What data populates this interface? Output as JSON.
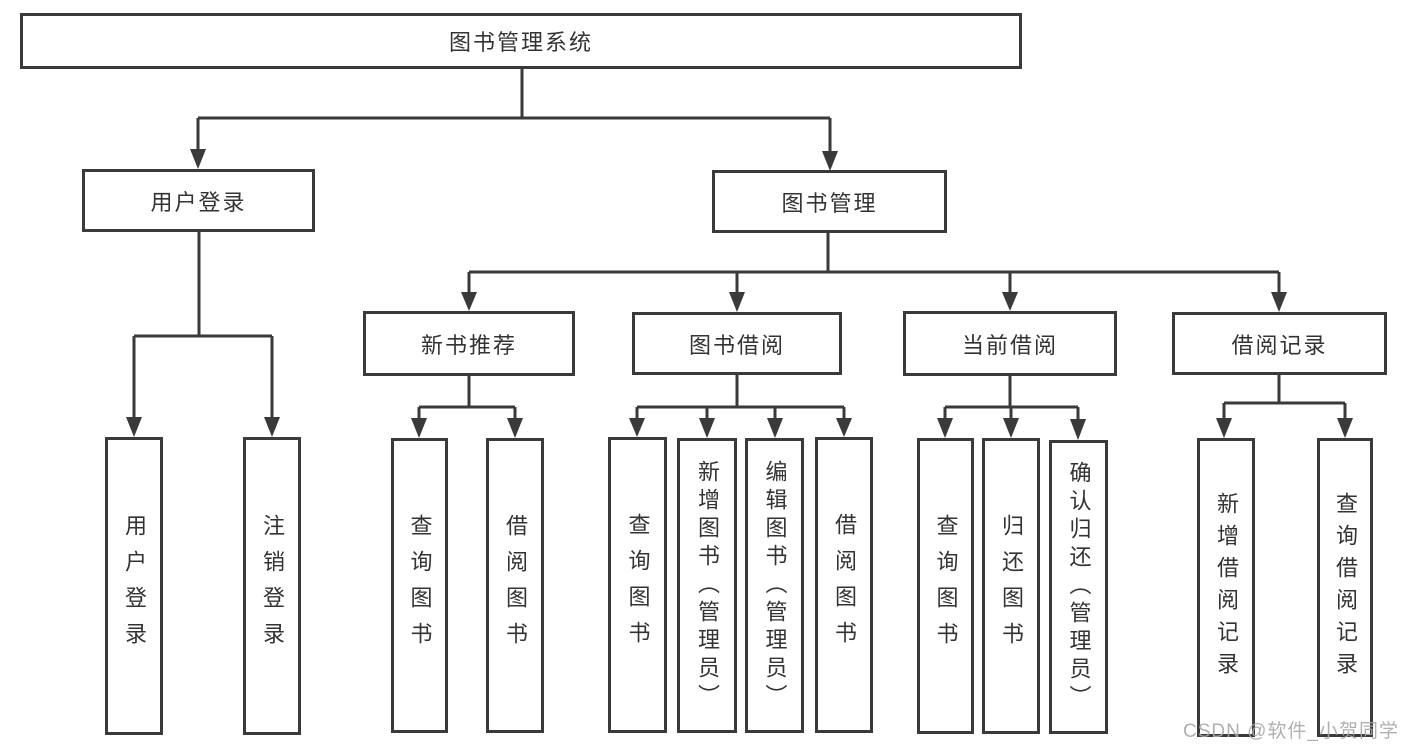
{
  "tree": {
    "root": {
      "label": "图书管理系统",
      "children": [
        {
          "label": "用户登录",
          "children": [
            {
              "label": "用户登录"
            },
            {
              "label": "注销登录"
            }
          ]
        },
        {
          "label": "图书管理",
          "children": [
            {
              "label": "新书推荐",
              "children": [
                {
                  "label": "查询图书"
                },
                {
                  "label": "借阅图书"
                }
              ]
            },
            {
              "label": "图书借阅",
              "children": [
                {
                  "label": "查询图书"
                },
                {
                  "label": "新增图书（管理员）"
                },
                {
                  "label": "编辑图书（管理员）"
                },
                {
                  "label": "借阅图书"
                }
              ]
            },
            {
              "label": "当前借阅",
              "children": [
                {
                  "label": "查询图书"
                },
                {
                  "label": "归还图书"
                },
                {
                  "label": "确认归还（管理员）"
                }
              ]
            },
            {
              "label": "借阅记录",
              "children": [
                {
                  "label": "新增借阅记录"
                },
                {
                  "label": "查询借阅记录"
                }
              ]
            }
          ]
        }
      ]
    }
  },
  "watermark": {
    "text": "CSDN @软件_小贺同学"
  },
  "colors": {
    "line": "#3a3a3a",
    "text": "#333333",
    "watermark": "#a8a8a8",
    "background": "#ffffff"
  }
}
